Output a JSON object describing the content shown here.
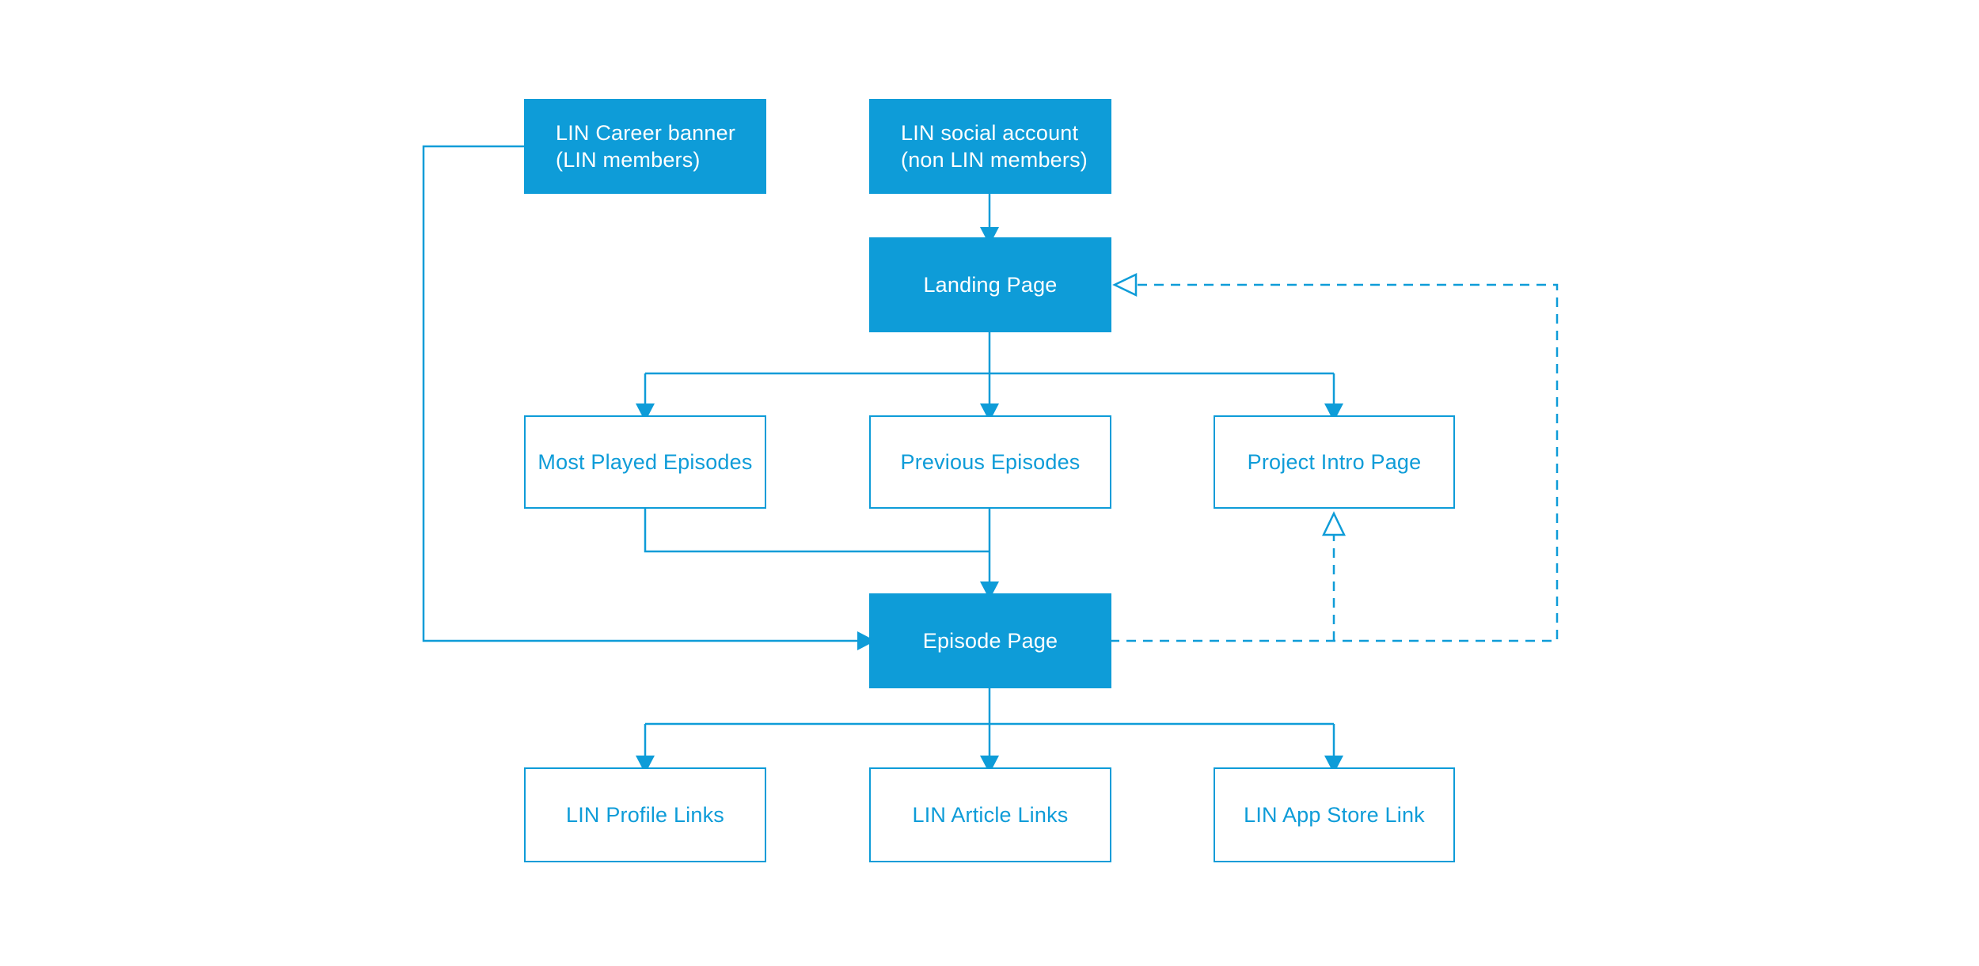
{
  "diagram": {
    "background_color": "#FFFFFF",
    "accent_color": "#0E9CD8",
    "text_on_filled_color": "#FFFFFF",
    "nodes": {
      "career_banner": {
        "line1": "LIN Career banner",
        "line2": "(LIN members)",
        "style": "filled"
      },
      "social_account": {
        "line1": "LIN social account",
        "line2": "(non LIN members)",
        "style": "filled"
      },
      "landing_page": {
        "label": "Landing Page",
        "style": "filled"
      },
      "most_played": {
        "label": "Most Played Episodes",
        "style": "outlined"
      },
      "previous_episodes": {
        "label": "Previous Episodes",
        "style": "outlined"
      },
      "project_intro": {
        "label": "Project Intro Page",
        "style": "outlined"
      },
      "episode_page": {
        "label": "Episode Page",
        "style": "filled"
      },
      "profile_links": {
        "label": "LIN Profile Links",
        "style": "outlined"
      },
      "article_links": {
        "label": "LIN Article Links",
        "style": "outlined"
      },
      "app_store": {
        "label": "LIN App Store Link",
        "style": "outlined"
      }
    },
    "edges": [
      {
        "from": "social_account",
        "to": "landing_page",
        "style": "solid-filled-arrow"
      },
      {
        "from": "landing_page",
        "to": "most_played",
        "style": "solid-filled-arrow"
      },
      {
        "from": "landing_page",
        "to": "previous_episodes",
        "style": "solid-filled-arrow"
      },
      {
        "from": "landing_page",
        "to": "project_intro",
        "style": "solid-filled-arrow"
      },
      {
        "from": "most_played",
        "to": "episode_page",
        "style": "solid-filled-arrow"
      },
      {
        "from": "previous_episodes",
        "to": "episode_page",
        "style": "solid-filled-arrow"
      },
      {
        "from": "career_banner",
        "to": "episode_page",
        "style": "solid-filled-arrow"
      },
      {
        "from": "episode_page",
        "to": "profile_links",
        "style": "solid-filled-arrow"
      },
      {
        "from": "episode_page",
        "to": "article_links",
        "style": "solid-filled-arrow"
      },
      {
        "from": "episode_page",
        "to": "app_store",
        "style": "solid-filled-arrow"
      },
      {
        "from": "episode_page",
        "to": "landing_page",
        "style": "dashed-open-arrow"
      },
      {
        "from": "episode_page",
        "to": "project_intro",
        "style": "dashed-open-arrow"
      }
    ]
  }
}
